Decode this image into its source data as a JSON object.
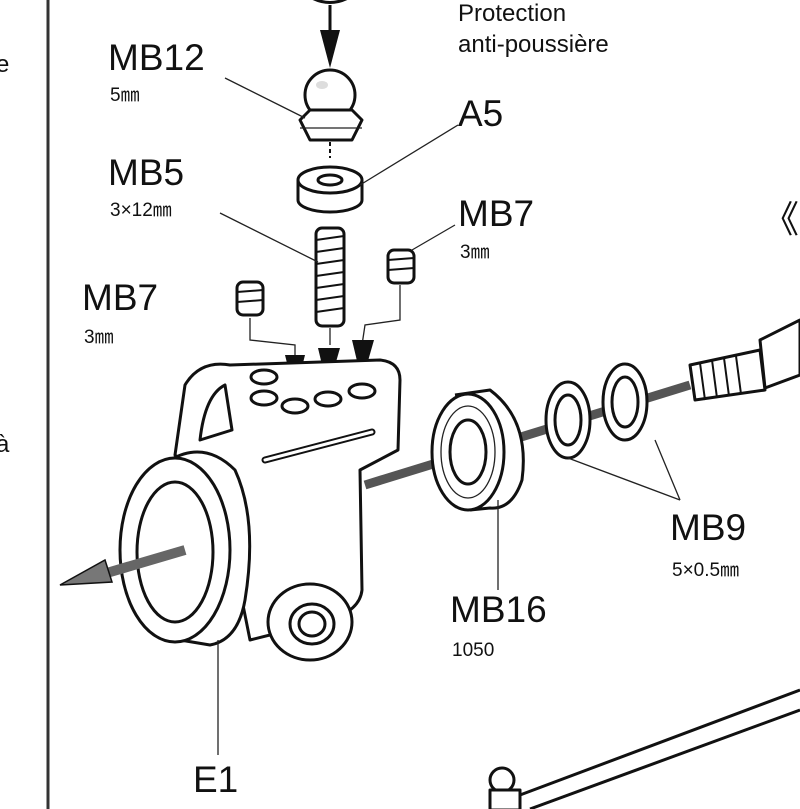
{
  "left_column_fragments": [
    "e",
    "à"
  ],
  "dust_cover": {
    "line1": "Protection",
    "line2": "anti-poussière"
  },
  "section_marker": "《L",
  "parts": {
    "mb12": {
      "code": "MB12",
      "size": "5㎜"
    },
    "mb5": {
      "code": "MB5",
      "size": "3×12㎜"
    },
    "mb7_left": {
      "code": "MB7",
      "size": "3㎜"
    },
    "mb7_right": {
      "code": "MB7",
      "size": "3㎜"
    },
    "a5": {
      "code": "A5"
    },
    "mb9": {
      "code": "MB9",
      "size": "5×0.5㎜"
    },
    "mb16": {
      "code": "MB16",
      "size": "1050"
    },
    "e1": {
      "code": "E1"
    }
  },
  "colors": {
    "ink": "#111111",
    "shaft": "#555555",
    "arrow_fill": "#777777"
  }
}
